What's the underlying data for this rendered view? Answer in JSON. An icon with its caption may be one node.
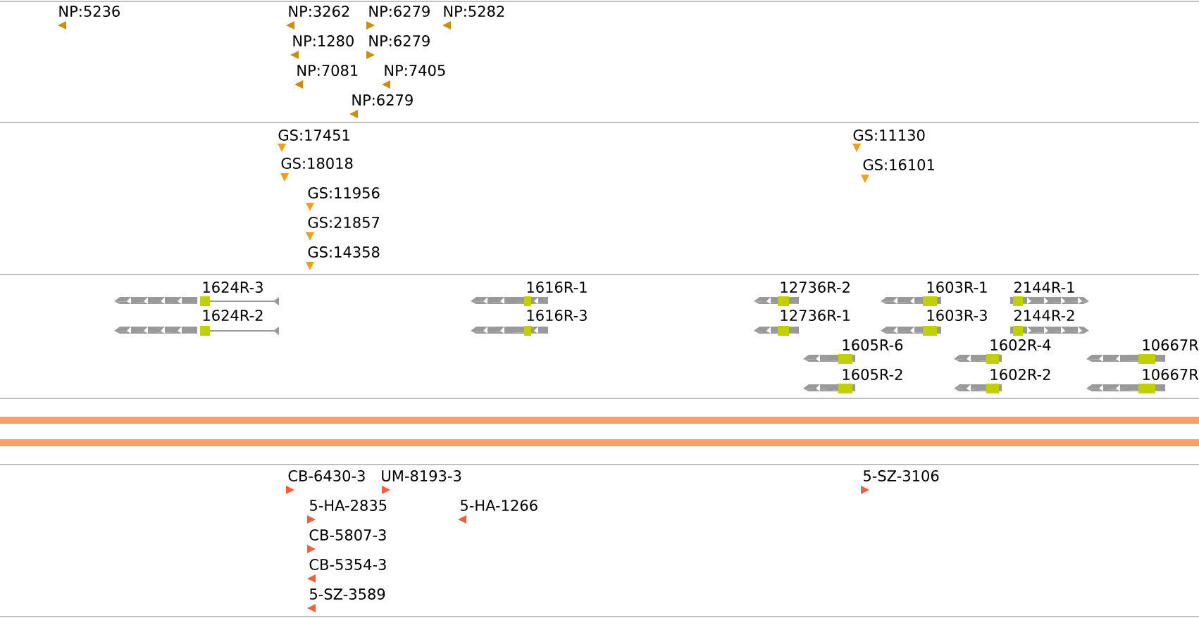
{
  "diagram": {
    "labels": [
      "NP:5236",
      "NP:3262",
      "NP:6279",
      "NP:5282",
      "NP:1280",
      "NP:6279",
      "NP:7081",
      "NP:7405",
      "NP:6279",
      "GS:17451",
      "GS:11130",
      "GS:18018",
      "GS:16101",
      "GS:11956",
      "GS:21857",
      "GS:14358",
      "1624R-3",
      "1616R-1",
      "12736R-2",
      "1603R-1",
      "2144R-1",
      "1624R-2",
      "1616R-3",
      "12736R-1",
      "1603R-3",
      "2144R-2",
      "1605R-6",
      "1602R-4",
      "10667R",
      "1605R-2",
      "1602R-2",
      "10667R",
      "CB-6430-3",
      "UM-8193-3",
      "5-SZ-3106",
      "5-HA-2835",
      "5-HA-1266",
      "CB-5807-3",
      "CB-5354-3",
      "5-SZ-3589"
    ]
  }
}
